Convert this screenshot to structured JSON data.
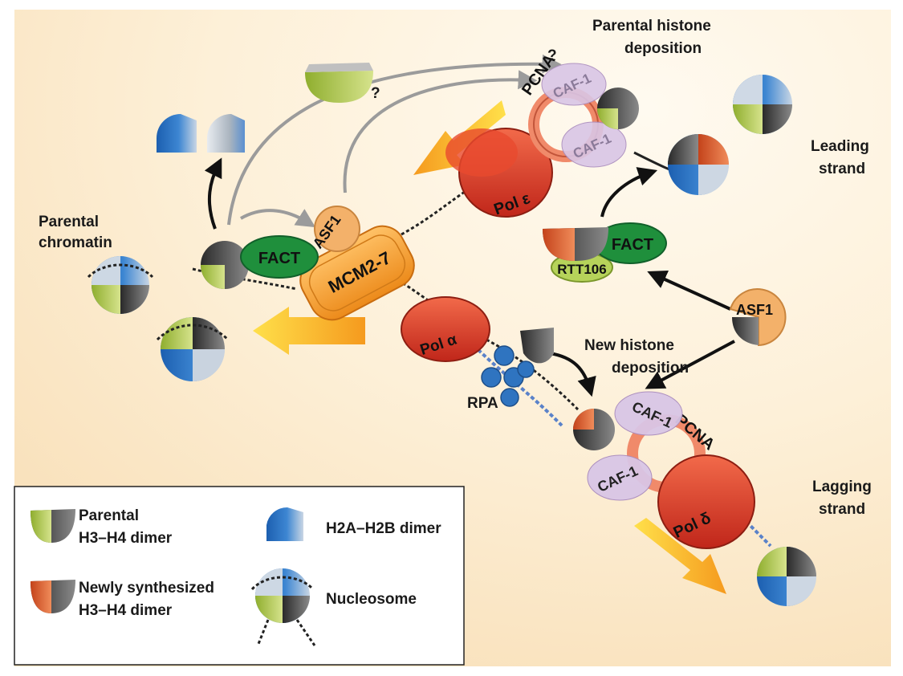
{
  "labels": {
    "parental_chromatin": [
      "Parental",
      "chromatin"
    ],
    "parental_deposition": [
      "Parental histone",
      "deposition"
    ],
    "leading_strand": [
      "Leading",
      "strand"
    ],
    "new_deposition": [
      "New histone",
      "deposition"
    ],
    "lagging_strand": [
      "Lagging",
      "strand"
    ],
    "question_marks": [
      "?",
      "?"
    ],
    "rpa": "RPA"
  },
  "proteins": {
    "fact": "FACT",
    "asf1": "ASF1",
    "mcm": "MCM2-7",
    "pcna": "PCNA",
    "caf1": "CAF-1",
    "pol_epsilon": "Pol ε",
    "pol_alpha": "Pol α",
    "pol_delta": "Pol δ",
    "rtt106": "RTT106"
  },
  "legend": {
    "parental_h3h4": [
      "Parental",
      "H3–H4 dimer"
    ],
    "new_h3h4": [
      "Newly synthesized",
      "H3–H4 dimer"
    ],
    "h2a_h2b": "H2A–H2B dimer",
    "nucleosome": "Nucleosome"
  },
  "colors": {
    "background": "#fdf0d8",
    "fact": "#1f8f3c",
    "asf1": "#f3b16a",
    "mcm": "#f59a2c",
    "pol": "#e23b22",
    "pcna": "#f08a6a",
    "caf1": "#d9c6e6",
    "rtt106": "#b6d35a",
    "h2a_h2b": "#2f74c0",
    "parental_h3h4": "#b5c95a",
    "new_h3h4": "#d9582e",
    "arrow_orange": "#f7a52a",
    "arrow_grey": "#9b9b9b"
  }
}
